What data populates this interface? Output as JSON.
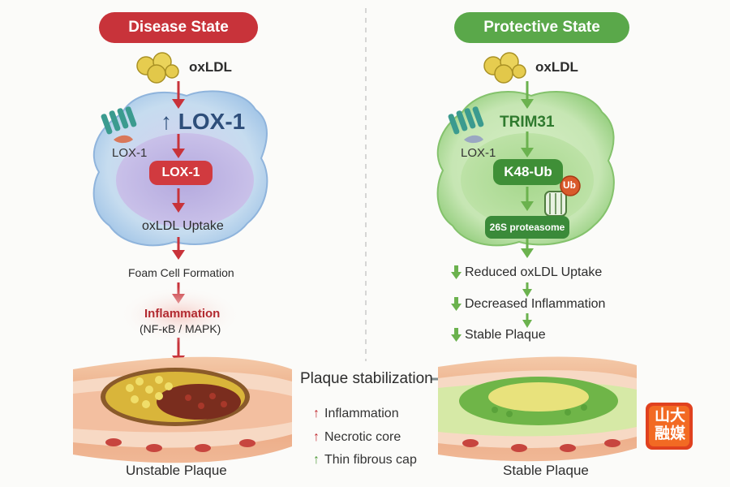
{
  "disease": {
    "title": "Disease State",
    "oxldl": "oxLDL",
    "lox1_upregulated": "↑ LOX-1",
    "receptor_label": "LOX-1",
    "box_label": "LOX-1",
    "uptake": "oxLDL Uptake",
    "foam": "Foam Cell Formation",
    "inflammation": "Inflammation",
    "pathway": "(NF-κB / MAPK)",
    "plaque_caption": "Unstable Plaque"
  },
  "protective": {
    "title": "Protective State",
    "oxldl": "oxLDL",
    "trim31": "TRIM31",
    "receptor_label": "LOX-1",
    "k48": "K48-Ub",
    "ub": "Ub",
    "proteasome": "26S proteasome",
    "outcomes": [
      "Reduced oxLDL Uptake",
      "Decreased Inflammation",
      "Stable Plaque"
    ],
    "plaque_caption": "Stable Plaque"
  },
  "center": {
    "transition": "Plaque stabilization",
    "legend": [
      {
        "label": "Inflammation",
        "arrow": "↑",
        "color": "#c0292f"
      },
      {
        "label": "Necrotic core",
        "arrow": "↑",
        "color": "#c0292f"
      },
      {
        "label": "Thin fibrous cap",
        "arrow": "↑",
        "color": "#4f9a3a"
      }
    ]
  },
  "watermark": "山大融媒",
  "colors": {
    "disease": "#c8333a",
    "protective": "#5aa84a",
    "arrow_red": "#c8333a",
    "arrow_green": "#6bb24e"
  }
}
